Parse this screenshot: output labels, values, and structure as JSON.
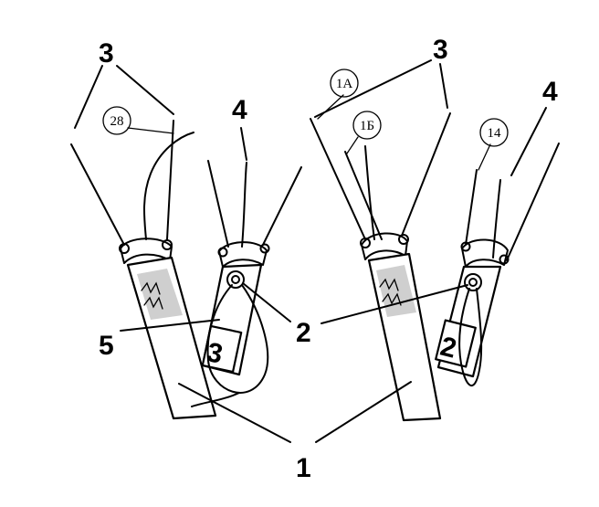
{
  "labels": {
    "left_3": "3",
    "left_4": "4",
    "right_3": "3",
    "right_4": "4",
    "label_5": "5",
    "label_2": "2",
    "label_1": "1"
  },
  "circled_marks": {
    "mark_28": "28",
    "mark_1a": "1А",
    "mark_1b": "1Б",
    "mark_14": "14"
  },
  "slider_numbers": {
    "left_slider": "3",
    "right_slider": "2"
  }
}
